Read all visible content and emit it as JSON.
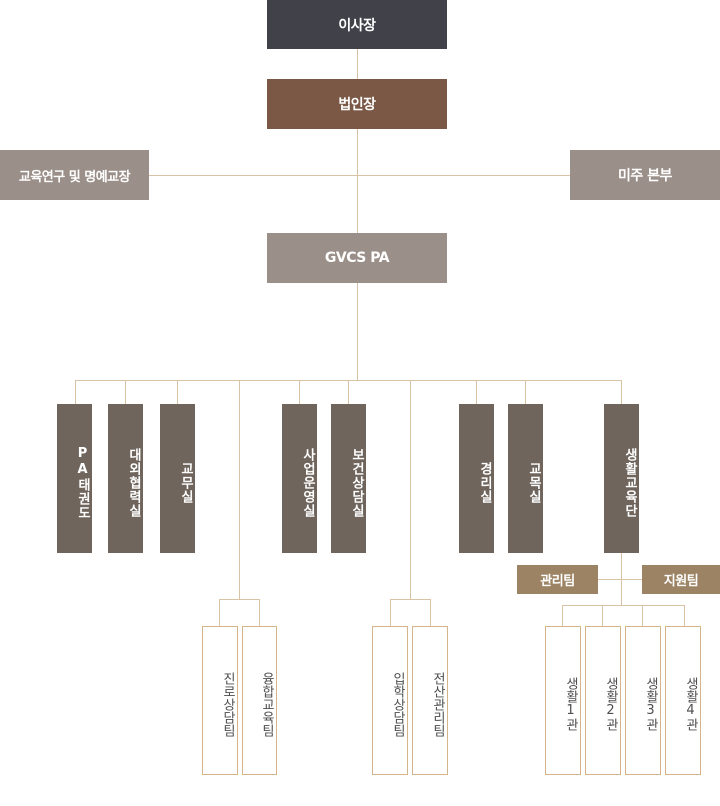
{
  "colors": {
    "top": "#414149",
    "brown": "#7a5845",
    "gray": "#9b9089",
    "dept": "#6f655d",
    "subteam": "#9c8363",
    "line": "#d9c3a7",
    "outline": "#d6b48a"
  },
  "nodes": {
    "chairman": "이사장",
    "corp_head": "법인장",
    "education_research": "교육연구 및 명예교장",
    "us_hq": "미주 본부",
    "gvcs_pa": "GVCS PA"
  },
  "departments": [
    "PA태권도",
    "대외협력실",
    "교무실",
    "사업운영실",
    "보건상담실",
    "경리실",
    "교목실",
    "생활교육단"
  ],
  "sub_teams": {
    "management": "관리팀",
    "support": "지원팀"
  },
  "teams_left": [
    "진로상담팀",
    "융합교육팀"
  ],
  "teams_mid": [
    "입학상담팀",
    "전산관리팀"
  ],
  "dorms": [
    "생활1관",
    "생활2관",
    "생활3관",
    "생활4관"
  ]
}
